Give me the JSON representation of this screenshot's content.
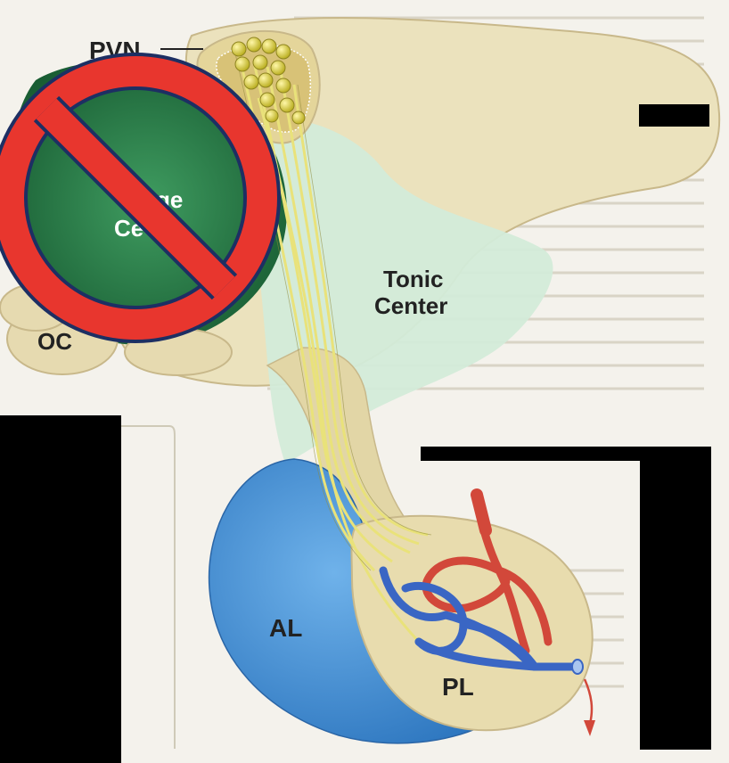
{
  "labels": {
    "pvn": "PVN",
    "tonic_line1": "Tonic",
    "tonic_line2": "Center",
    "surge_fragment_1": "ge",
    "surge_fragment_2": "Ce",
    "oc": "OC",
    "al": "AL",
    "pl": "PL"
  },
  "colors": {
    "background_page": "#f2f0ea",
    "brain_tissue": "#ebe2bd",
    "tissue_outline": "#c8b88a",
    "tonic_region": "#d3ebd9",
    "surge_region": "#1e6a3c",
    "surge_inner": "#2f8a52",
    "anterior_lobe": "#3f8ed3",
    "posterior_lobe": "#e8dcae",
    "axon": "#e9e27a",
    "neuron": "#d9cf38",
    "artery": "#d2483a",
    "vein": "#3a66c4",
    "prohibition_red": "#e8362e",
    "prohibition_outline": "#1d2f63",
    "redaction": "#000000"
  },
  "icons": [
    "prohibition-icon",
    "flow-arrow-icon"
  ]
}
